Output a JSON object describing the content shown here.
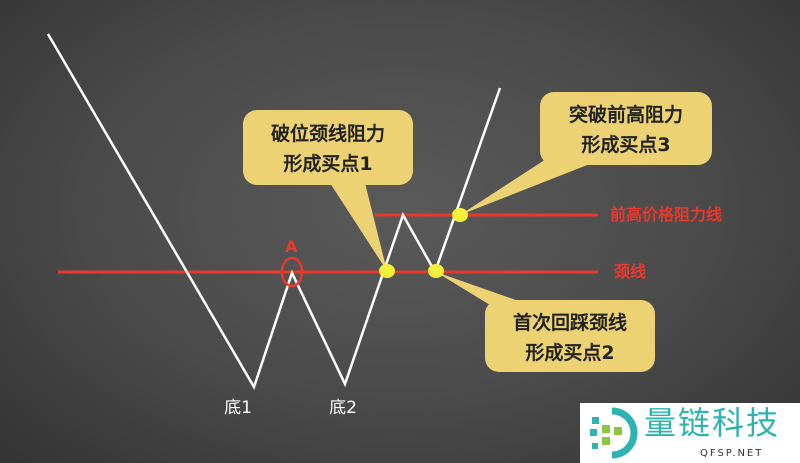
{
  "labels": {
    "bottom1": "底1",
    "bottom2": "底2",
    "point_a": "A",
    "neckline": "颈线",
    "prev_high_line": "前高价格阻力线"
  },
  "callouts": [
    {
      "line1": "破位颈线阻力",
      "line2": "形成买点1"
    },
    {
      "line1": "突破前高阻力",
      "line2": "形成买点3"
    },
    {
      "line1": "首次回踩颈线",
      "line2": "形成买点2"
    }
  ],
  "logo": {
    "name": "量链科技",
    "url": "QFSP.NET"
  },
  "colors": {
    "line": "#ffffff",
    "resistance": "#e8392c",
    "callout": "#ecd272",
    "dot": "#f4f03a"
  }
}
